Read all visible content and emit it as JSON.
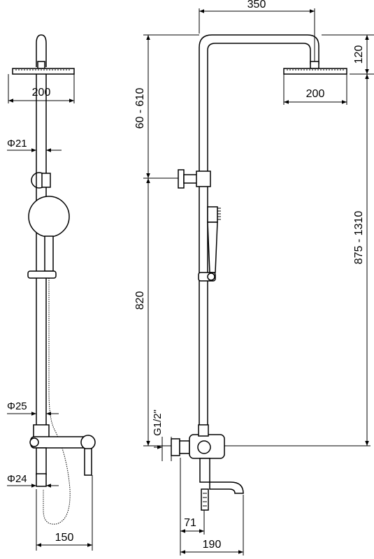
{
  "side_view": {
    "head_width": "200",
    "pipe_diameter": "Φ21",
    "mixer_diameter": "Φ25",
    "spout_diameter": "Φ24",
    "mixer_depth": "150"
  },
  "front_view": {
    "arm_length": "350",
    "head_height": "120",
    "head_width": "200",
    "head_drop_range": "60 - 610",
    "slide_height": "820",
    "total_height_range": "875 - 1310",
    "inlet_thread": "G1/2\"",
    "spout_offset": "71",
    "spout_reach": "190"
  }
}
